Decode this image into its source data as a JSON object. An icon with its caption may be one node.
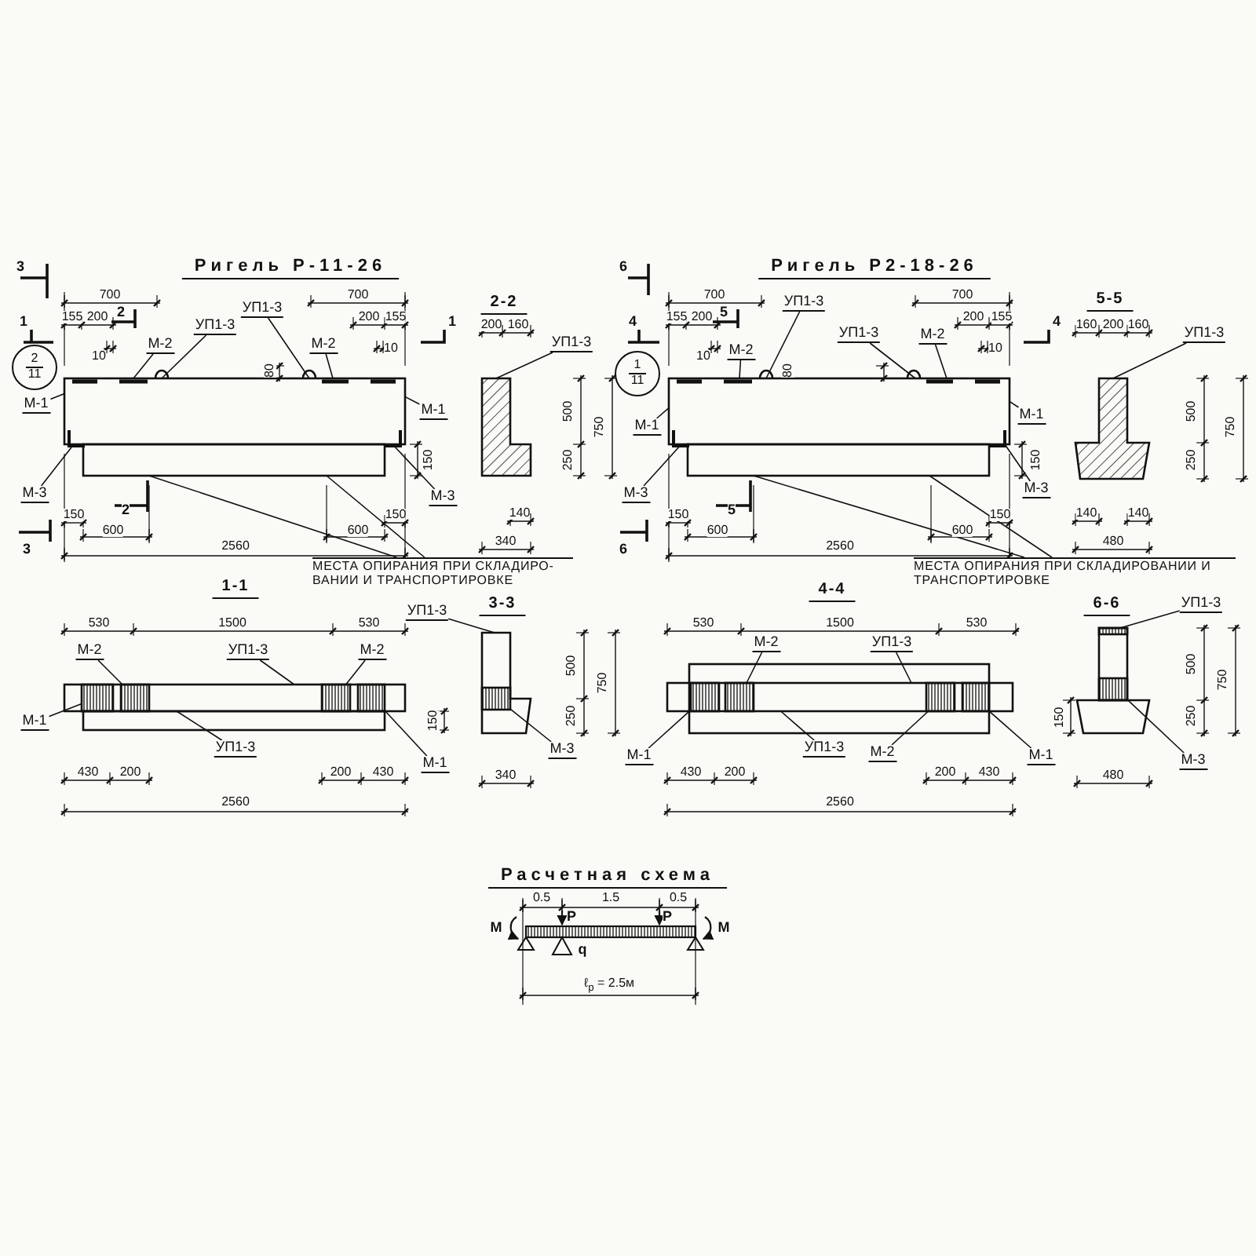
{
  "diagram": {
    "nodes": [
      {
        "text": [
          "2",
          "11"
        ]
      },
      {
        "text": [
          "УП1-3"
        ]
      },
      {
        "text": [
          "УП1-3"
        ]
      },
      {
        "text": [
          "М-2"
        ]
      },
      {
        "text": [
          "М-2"
        ]
      },
      {
        "text": [
          "М-1"
        ]
      },
      {
        "text": [
          "М-1"
        ]
      },
      {
        "text": [
          "М-3"
        ]
      },
      {
        "text": [
          "М-3"
        ]
      },
      {
        "text": [
          "МЕСТА ОПИРАНИЯ ПРИ СКЛАДИРО- ВАНИИ И ТРАНСПОРТИРОВКЕ"
        ]
      },
      {
        "text": [
          "УП1-3"
        ]
      },
      {
        "text": [
          "1",
          "11"
        ]
      },
      {
        "text": [
          "УП1-3"
        ]
      },
      {
        "text": [
          "УП1-3"
        ]
      },
      {
        "text": [
          "М-2"
        ]
      },
      {
        "text": [
          "М-2"
        ]
      },
      {
        "text": [
          "М-1"
        ]
      },
      {
        "text": [
          "М-1"
        ]
      },
      {
        "text": [
          "М-3"
        ]
      },
      {
        "text": [
          "М-3"
        ]
      },
      {
        "text": [
          "МЕСТА ОПИРАНИЯ ПРИ СКЛАДИРОВАНИИ И ТРАНСПОРТИРОВКЕ"
        ]
      },
      {
        "text": [
          "УП1-3"
        ]
      },
      {
        "text": [
          "М-2"
        ]
      },
      {
        "text": [
          "УП1-3"
        ]
      },
      {
        "text": [
          "М-2"
        ]
      },
      {
        "text": [
          "М-1"
        ]
      },
      {
        "text": [
          "УП1-3"
        ]
      },
      {
        "text": [
          "М-1"
        ]
      },
      {
        "text": [
          "УП1-3"
        ]
      },
      {
        "text": [
          "М-3"
        ]
      },
      {
        "text": [
          "М-2"
        ]
      },
      {
        "text": [
          "УП1-3"
        ]
      },
      {
        "text": [
          "М-1"
        ]
      },
      {
        "text": [
          "УП1-3"
        ]
      },
      {
        "text": [
          "М-2"
        ]
      },
      {
        "text": [
          "М-1"
        ]
      },
      {
        "text": [
          "УП1-3"
        ]
      },
      {
        "text": [
          "М-3"
        ]
      },
      {
        "text": [],
        "shape": "box"
      },
      {
        "text": [],
        "shape": "box"
      },
      {
        "text": [],
        "shape": "polygon"
      },
      {
        "text": [],
        "shape": "box"
      },
      {
        "text": [],
        "shape": "box"
      },
      {
        "text": [],
        "shape": "polygon"
      },
      {
        "text": [],
        "shape": "box"
      },
      {
        "text": [],
        "shape": "box"
      },
      {
        "text": [],
        "shape": "box",
        "in": 44
      },
      {
        "text": [],
        "shape": "box",
        "in": 44
      },
      {
        "text": [],
        "shape": "box",
        "in": 44
      },
      {
        "text": [],
        "shape": "box",
        "in": 44
      },
      {
        "text": [],
        "shape": "polygon"
      },
      {
        "text": [],
        "shape": "box",
        "in": 50
      },
      {
        "text": [],
        "shape": "box"
      },
      {
        "text": [],
        "shape": "box"
      },
      {
        "text": [],
        "shape": "box",
        "in": 53
      },
      {
        "text": [],
        "shape": "box",
        "in": 53
      },
      {
        "text": [],
        "shape": "box",
        "in": 53
      },
      {
        "text": [],
        "shape": "box",
        "in": 53
      },
      {
        "text": [],
        "shape": "box"
      },
      {
        "text": [],
        "shape": "box",
        "in": 58
      },
      {
        "text": [],
        "shape": "box",
        "in": 58
      },
      {
        "text": [],
        "shape": "polygon"
      }
    ],
    "edges": [
      {
        "from": 1,
        "to": 38,
        "arrow": "none"
      },
      {
        "from": 2,
        "to": 38,
        "arrow": "none"
      },
      {
        "from": 3,
        "to": 38,
        "arrow": "none"
      },
      {
        "from": 4,
        "to": 38,
        "arrow": "none"
      },
      {
        "from": 5,
        "to": 38,
        "arrow": "none"
      },
      {
        "from": 6,
        "to": 38,
        "arrow": "none"
      },
      {
        "from": 7,
        "to": 38,
        "arrow": "none"
      },
      {
        "from": 8,
        "to": 38,
        "arrow": "none"
      },
      {
        "from": 9,
        "to": 39,
        "arrow": "none"
      },
      {
        "from": 9,
        "to": 39,
        "arrow": "none"
      },
      {
        "from": 10,
        "to": 40,
        "arrow": "none"
      },
      {
        "from": 12,
        "to": 41,
        "arrow": "none"
      },
      {
        "from": 13,
        "to": 41,
        "arrow": "none"
      },
      {
        "from": 14,
        "to": 41,
        "arrow": "none"
      },
      {
        "from": 15,
        "to": 41,
        "arrow": "none"
      },
      {
        "from": 16,
        "to": 41,
        "arrow": "none"
      },
      {
        "from": 17,
        "to": 41,
        "arrow": "none"
      },
      {
        "from": 18,
        "to": 41,
        "arrow": "none"
      },
      {
        "from": 19,
        "to": 41,
        "arrow": "none"
      },
      {
        "from": 20,
        "to": 42,
        "arrow": "none"
      },
      {
        "from": 20,
        "to": 42,
        "arrow": "none"
      },
      {
        "from": 21,
        "to": 43,
        "arrow": "none"
      },
      {
        "from": 22,
        "to": 47,
        "arrow": "none"
      },
      {
        "from": 23,
        "to": 44,
        "arrow": "none"
      },
      {
        "from": 24,
        "to": 48,
        "arrow": "none"
      },
      {
        "from": 25,
        "to": 46,
        "arrow": "none"
      },
      {
        "from": 26,
        "to": 44,
        "arrow": "none"
      },
      {
        "from": 27,
        "to": 49,
        "arrow": "none"
      },
      {
        "from": 28,
        "to": 50,
        "arrow": "none"
      },
      {
        "from": 29,
        "to": 51,
        "arrow": "none"
      },
      {
        "from": 30,
        "to": 55,
        "arrow": "none"
      },
      {
        "from": 31,
        "to": 53,
        "arrow": "none"
      },
      {
        "from": 32,
        "to": 54,
        "arrow": "none"
      },
      {
        "from": 33,
        "to": 53,
        "arrow": "none"
      },
      {
        "from": 34,
        "to": 56,
        "arrow": "none"
      },
      {
        "from": 35,
        "to": 57,
        "arrow": "none"
      },
      {
        "from": 36,
        "to": 59,
        "arrow": "none"
      },
      {
        "from": 37,
        "to": 60,
        "arrow": "none"
      }
    ],
    "labels": [
      "3",
      "Ригель Р-11-26",
      "6",
      "Ригель Р2-18-26",
      "700",
      "700",
      "2-2",
      "700",
      "700",
      "5-5",
      "1",
      "155",
      "200",
      "2",
      "200",
      "155",
      "1",
      "200",
      "160",
      "4",
      "155",
      "200",
      "5",
      "200",
      "155",
      "4",
      "160",
      "200",
      "160",
      "10",
      "80",
      "10",
      "10",
      "80",
      "10",
      "500",
      "750",
      "500",
      "750",
      "150",
      "250",
      "150",
      "250",
      "150",
      "2",
      "150",
      "140",
      "150",
      "5",
      "150",
      "140",
      "140",
      "600",
      "600",
      "600",
      "600",
      "3",
      "2560",
      "340",
      "6",
      "2560",
      "480",
      "1-1",
      "3-3",
      "4-4",
      "6-6",
      "530",
      "1500",
      "530",
      "530",
      "1500",
      "530",
      "500",
      "750",
      "500",
      "750",
      "150",
      "250",
      "150",
      "250",
      "430",
      "200",
      "200",
      "430",
      "340",
      "430",
      "200",
      "200",
      "430",
      "480",
      "2560",
      "2560",
      "Расчетная схема",
      "0.5",
      "1.5",
      "0.5",
      "М",
      "P",
      "P",
      "М",
      "q",
      "ℓ$_{р}$ = 2.5м"
    ]
  }
}
